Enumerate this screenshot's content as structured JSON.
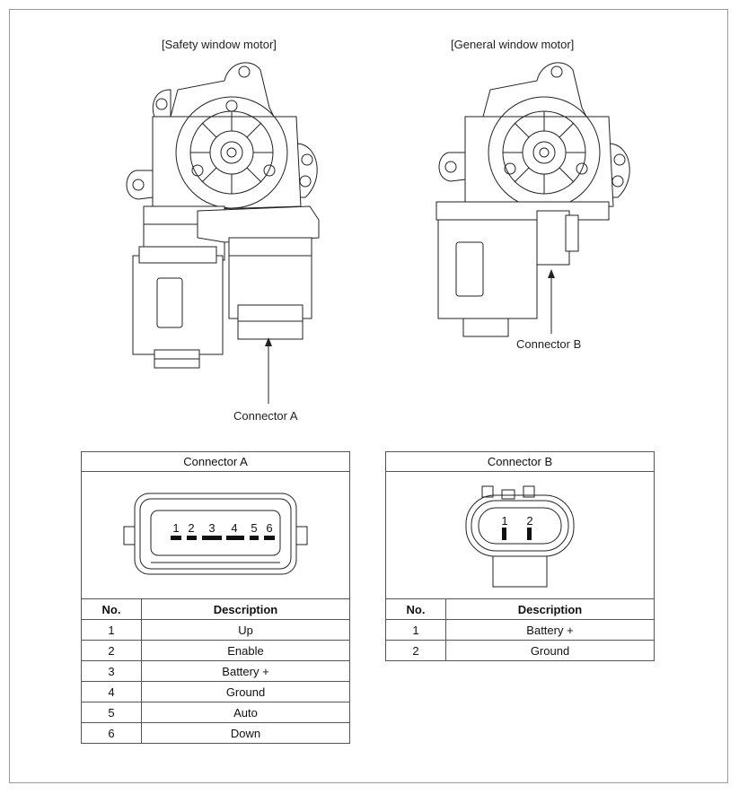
{
  "titles": {
    "safety": "[Safety window motor]",
    "general": "[General window motor]"
  },
  "callouts": {
    "connector_a": "Connector A",
    "connector_b": "Connector B"
  },
  "connector_a": {
    "title": "Connector A",
    "pin_numbers": [
      "1",
      "2",
      "3",
      "4",
      "5",
      "6"
    ],
    "headers": {
      "no": "No.",
      "description": "Description"
    },
    "rows": [
      {
        "no": "1",
        "description": "Up"
      },
      {
        "no": "2",
        "description": "Enable"
      },
      {
        "no": "3",
        "description": "Battery +"
      },
      {
        "no": "4",
        "description": "Ground"
      },
      {
        "no": "5",
        "description": "Auto"
      },
      {
        "no": "6",
        "description": "Down"
      }
    ]
  },
  "connector_b": {
    "title": "Connector B",
    "pin_numbers": [
      "1",
      "2"
    ],
    "headers": {
      "no": "No.",
      "description": "Description"
    },
    "rows": [
      {
        "no": "1",
        "description": "Battery +"
      },
      {
        "no": "2",
        "description": "Ground"
      }
    ]
  }
}
